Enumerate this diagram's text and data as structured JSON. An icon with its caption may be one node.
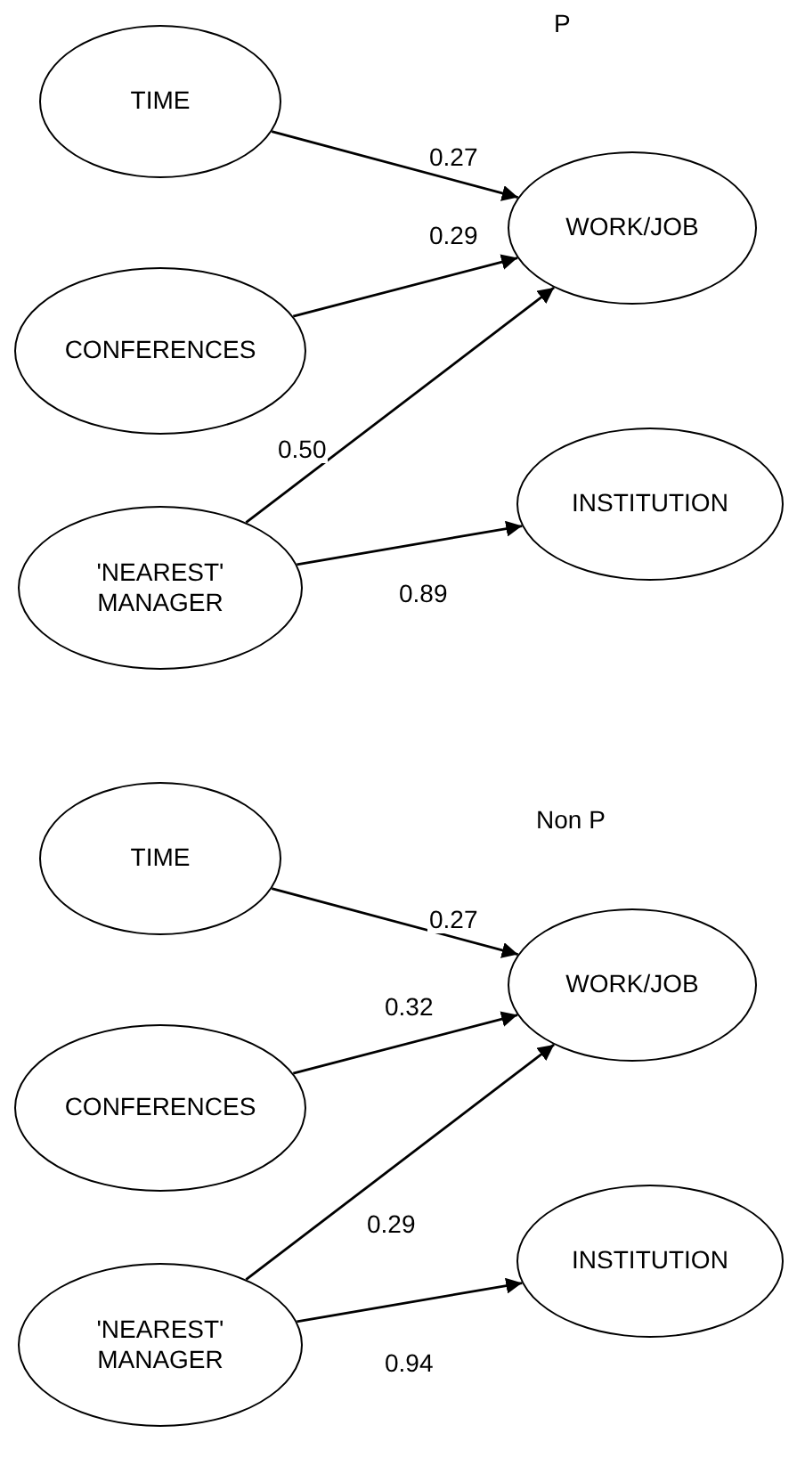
{
  "diagram": {
    "nodes": [
      {
        "text": [
          "TIME"
        ]
      },
      {
        "text": [
          "CONFERENCES"
        ]
      },
      {
        "text": [
          "'NEAREST' MANAGER"
        ]
      },
      {
        "text": [
          "WORK/JOB"
        ]
      },
      {
        "text": [
          "INSTITUTION"
        ]
      },
      {
        "text": [
          "TIME"
        ]
      },
      {
        "text": [
          "CONFERENCES"
        ]
      },
      {
        "text": [
          "'NEAREST' MANAGER"
        ]
      },
      {
        "text": [
          "WORK/JOB"
        ]
      },
      {
        "text": [
          "INSTITUTION"
        ]
      }
    ],
    "edges": [
      {
        "from": 0,
        "to": 3,
        "arrow": "to",
        "label": "0.27"
      },
      {
        "from": 1,
        "to": 3,
        "arrow": "to",
        "label": "0.29"
      },
      {
        "from": 2,
        "to": 3,
        "arrow": "to",
        "label": "0.50"
      },
      {
        "from": 2,
        "to": 4,
        "arrow": "to",
        "label": "0.89"
      },
      {
        "from": 5,
        "to": 8,
        "arrow": "to",
        "label": "0.27"
      },
      {
        "from": 6,
        "to": 8,
        "arrow": "to",
        "label": "0.32"
      },
      {
        "from": 7,
        "to": 8,
        "arrow": "to",
        "label": "0.29"
      },
      {
        "from": 7,
        "to": 9,
        "arrow": "to",
        "label": "0.94"
      }
    ],
    "labels": [
      "P",
      "Non P"
    ]
  }
}
